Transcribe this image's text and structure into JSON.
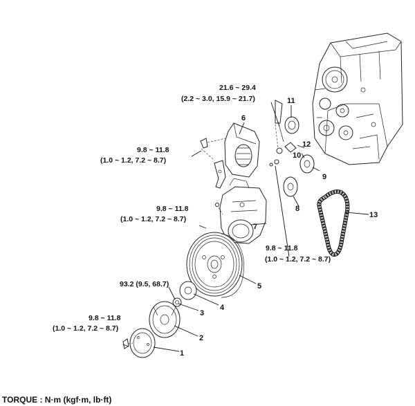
{
  "parts": [
    "1",
    "2",
    "3",
    "4",
    "5",
    "6",
    "7",
    "8",
    "9",
    "10",
    "11",
    "12",
    "13"
  ],
  "torques": {
    "t_top_a": "21.6 ~ 29.4",
    "t_top_b": "(2.2 ~ 3.0, 15.9 ~ 21.7)",
    "t_cover_a": "9.8 ~ 11.8",
    "t_cover_b": "(1.0 ~ 1.2, 7.2 ~ 8.7)",
    "t_mid_a": "9.8 ~ 11.8",
    "t_mid_b": "(1.0 ~ 1.2, 7.2 ~ 8.7)",
    "t_right_a": "9.8 ~ 11.8",
    "t_right_b": "(1.0 ~ 1.2, 7.2 ~ 8.7)",
    "t_crank": "93.2 (9.5, 68.7)",
    "t_bot_a": "9.8 ~ 11.8",
    "t_bot_b": "(1.0 ~ 1.2, 7.2 ~ 8.7)"
  },
  "footer": "TORQUE : N·m (kgf·m, lb·ft)",
  "icons": [
    "engine-block-icon",
    "timing-belt-icon",
    "crankshaft-pulley-icon",
    "timing-cover-icon",
    "sprocket-icon",
    "tensioner-icon"
  ]
}
